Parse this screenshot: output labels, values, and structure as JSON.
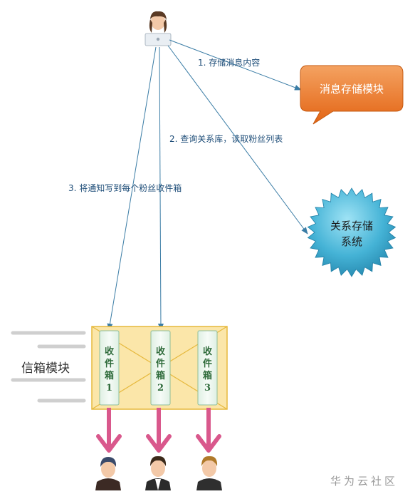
{
  "steps": {
    "store": "1.  存储消息内容",
    "query": "2.  查询关系库，读取粉丝列表",
    "write": "3. 将通知写到每个粉丝收件箱"
  },
  "modules": {
    "message_store": "消息存储模块",
    "relation_store_line1": "关系存储",
    "relation_store_line2": "系统",
    "mailbox": "信箱模块"
  },
  "inboxes": [
    {
      "chars": [
        "收",
        "件",
        "箱",
        "1"
      ]
    },
    {
      "chars": [
        "收",
        "件",
        "箱",
        "2"
      ]
    },
    {
      "chars": [
        "收",
        "件",
        "箱",
        "3"
      ]
    }
  ],
  "watermark": "华为云社区",
  "colors": {
    "arrow_line": "#3a7ca5",
    "callout_orange": "#ed7d31",
    "starburst_blue": "#3fa3c4",
    "envelope_fill": "#fbe6a9",
    "envelope_border": "#e6b83c",
    "inbox_fill": "#e8f4ec",
    "down_arrow": "#d9588c"
  },
  "icons": {
    "sender": "woman-with-laptop-icon",
    "followers": [
      "man-avatar-icon",
      "man-in-suit-icon",
      "man-avatar-icon"
    ]
  }
}
